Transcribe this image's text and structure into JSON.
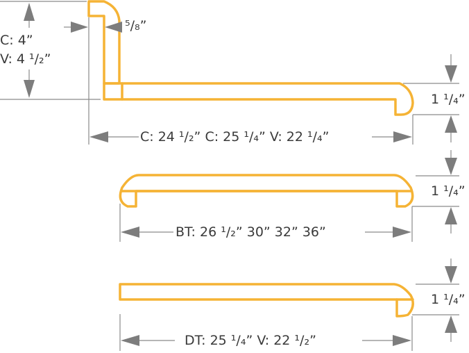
{
  "colors": {
    "profile": "#F5B335",
    "dimension_line": "#8a8a8a",
    "arrow": "#7d7d7d",
    "text": "#3a3a3a"
  },
  "top_profile": {
    "height_label_line1": "C: 4”",
    "height_label_line2": "V: 4 ¹/₂”",
    "thickness_label": "⁵/₈”",
    "width_label": "C: 24 ¹/₂”  C: 25 ¹/₄” V: 22 ¹/₄”",
    "depth_label": "1 ¹/₄”"
  },
  "middle_profile": {
    "width_label": "BT: 26 ¹/₂” 30” 32” 36”",
    "depth_label": "1 ¹/₄”"
  },
  "bottom_profile": {
    "width_label": "DT: 25 ¹/₄” V: 22 ¹/₂”",
    "depth_label": "1 ¹/₄”"
  }
}
